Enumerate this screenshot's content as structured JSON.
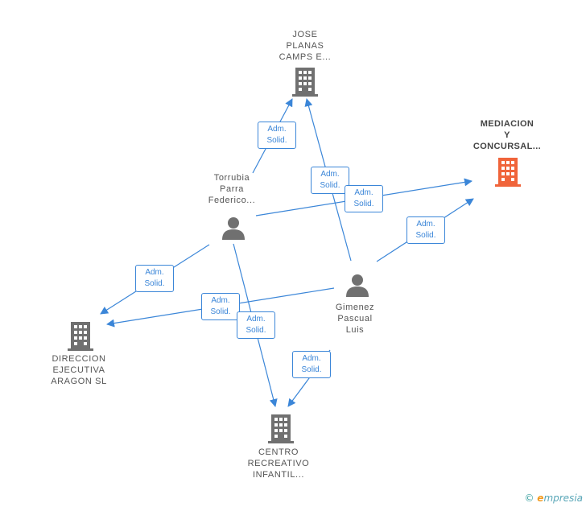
{
  "colors": {
    "edge": "#3b86d8",
    "node_gray": "#707070",
    "node_highlight": "#f0643a"
  },
  "nodes": {
    "jose": {
      "label": "JOSE\nPLANAS\nCAMPS E...",
      "type": "company"
    },
    "mediacion": {
      "label": "MEDIACION\nY\nCONCURSAL...",
      "type": "company",
      "highlight": true
    },
    "torrubia": {
      "label": "Torrubia\nParra\nFederico...",
      "type": "person"
    },
    "gimenez": {
      "label": "Gimenez\nPascual\nLuis",
      "type": "person"
    },
    "direccion": {
      "label": "DIRECCION\nEJECUTIVA\nARAGON SL",
      "type": "company"
    },
    "centro": {
      "label": "CENTRO\nRECREATIVO\nINFANTIL...",
      "type": "company"
    }
  },
  "edges": [
    {
      "from": "torrubia",
      "to": "jose",
      "label": "Adm.\nSolid."
    },
    {
      "from": "gimenez",
      "to": "jose",
      "label": "Adm.\nSolid."
    },
    {
      "from": "torrubia",
      "to": "mediacion",
      "label": "Adm.\nSolid."
    },
    {
      "from": "gimenez",
      "to": "mediacion",
      "label": "Adm.\nSolid."
    },
    {
      "from": "torrubia",
      "to": "direccion",
      "label": "Adm.\nSolid."
    },
    {
      "from": "gimenez",
      "to": "direccion",
      "label": "Adm.\nSolid."
    },
    {
      "from": "torrubia",
      "to": "centro",
      "label": "Adm.\nSolid."
    },
    {
      "from": "gimenez",
      "to": "centro",
      "label": "Adm.\nSolid."
    }
  ],
  "brand": {
    "copyright": "©",
    "e": "e",
    "rest": "mpresia"
  }
}
